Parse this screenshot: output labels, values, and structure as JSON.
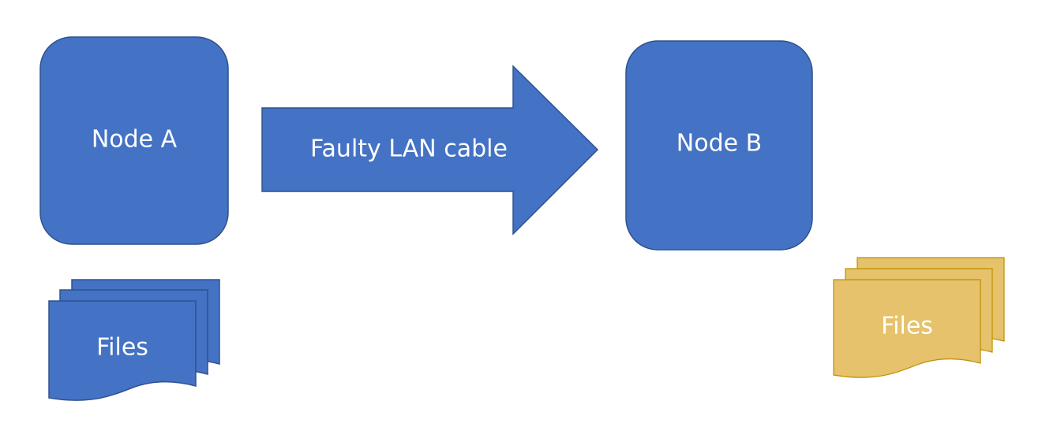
{
  "nodes": {
    "node_a": {
      "label": "Node A",
      "color": "#4472C4"
    },
    "node_b": {
      "label": "Node B",
      "color": "#4472C4"
    }
  },
  "connection": {
    "label": "Faulty LAN cable",
    "color": "#4472C4"
  },
  "files": {
    "node_a_files": {
      "label": "Files",
      "color": "#4472C4"
    },
    "node_b_files": {
      "label": "Files",
      "color": "#E5C26B"
    }
  },
  "colors": {
    "stroke_blue": "#2F528F",
    "stroke_gold": "#BF9000",
    "background": "#FFFFFF",
    "text": "#FFFFFF"
  }
}
